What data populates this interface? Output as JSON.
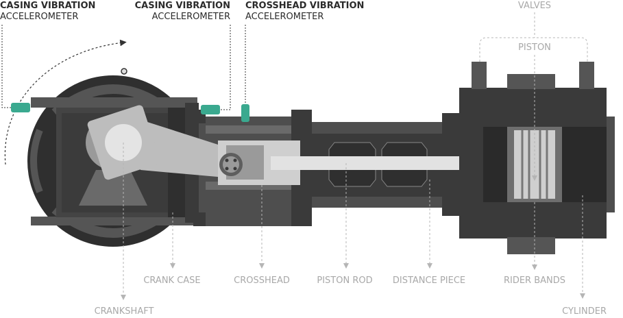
{
  "sensors": {
    "casing1": {
      "title": "CASING VIBRATION",
      "subtitle": "ACCELEROMETER"
    },
    "casing2": {
      "title": "CASING VIBRATION",
      "subtitle": "ACCELEROMETER"
    },
    "crosshead": {
      "title": "CROSSHEAD VIBRATION",
      "subtitle": "ACCELEROMETER"
    }
  },
  "labels": {
    "valves": "VALVES",
    "piston": "PISTON",
    "crank_case": "CRANK CASE",
    "crosshead": "CROSSHEAD",
    "piston_rod": "PISTON ROD",
    "distance_piece": "DISTANCE PIECE",
    "rider_bands": "RIDER BANDS",
    "crankshaft": "CRANKSHAFT",
    "cylinder": "CYLINDER"
  },
  "colors": {
    "sensor": "#3aa98f",
    "body_dark": "#3a3a3a",
    "body_mid": "#555555",
    "body_light": "#6e6e6e",
    "part_light": "#bdbdbd",
    "leader": "#b5b5b5"
  }
}
